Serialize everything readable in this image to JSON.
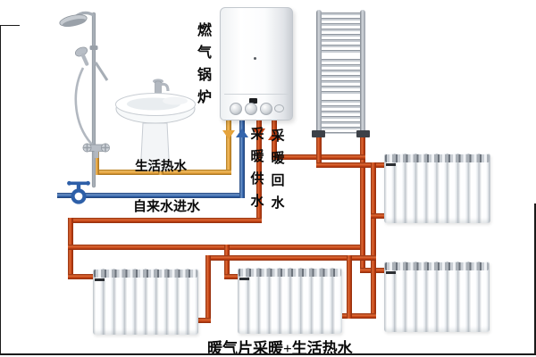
{
  "diagram": {
    "caption": "暖气片采暖+生活热水",
    "labels": {
      "boiler": "燃气锅炉",
      "heating_supply": "采暖供水",
      "heating_return": "采暖回水",
      "domestic_hot_water": "生活热水",
      "tap_water": "自来水进水"
    },
    "colors": {
      "heating_pipe": "#c64415",
      "hot_water_pipe": "#e5a33c",
      "cold_water_pipe": "#3465ad"
    },
    "flow_arrows": {
      "domestic_hot_water": "down",
      "tap_water_inlet": "up",
      "heating_supply": "down",
      "heating_return": "up"
    },
    "icons": [
      "shower-icon",
      "sink-icon",
      "valve-icon",
      "boiler-icon",
      "towel-radiator-icon",
      "radiator-icon"
    ]
  }
}
